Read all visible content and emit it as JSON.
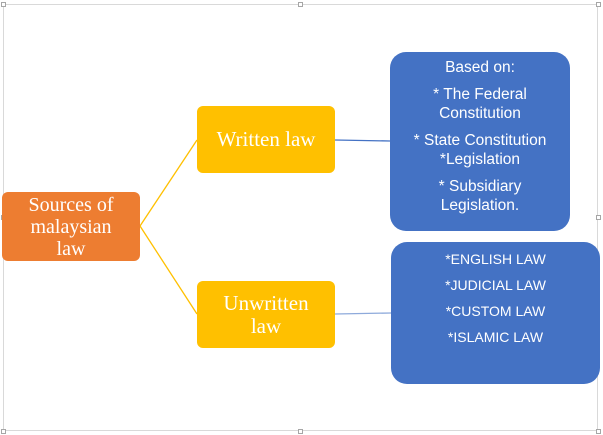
{
  "diagram": {
    "root": {
      "label_line1": "Sources of",
      "label_line2": "malaysian",
      "label_line3": "law"
    },
    "written": {
      "label": "Written law"
    },
    "unwritten": {
      "label_line1": "Unwritten",
      "label_line2": "law"
    },
    "written_detail": {
      "heading": "Based on:",
      "items": [
        {
          "line1": "* The Federal",
          "line2": "Constitution"
        },
        {
          "line1": "* State Constitution",
          "line2": "*Legislation"
        },
        {
          "line1": "* Subsidiary",
          "line2": "Legislation."
        }
      ]
    },
    "unwritten_detail": {
      "items": [
        "*ENGLISH LAW",
        "*JUDICIAL LAW",
        "*CUSTOM LAW",
        "*ISLAMIC LAW"
      ]
    },
    "colors": {
      "root": "#ed7d31",
      "branch": "#ffc000",
      "detail": "#4472c4",
      "connector_yellow": "#ffc000",
      "connector_blue": "#4472c4"
    }
  }
}
